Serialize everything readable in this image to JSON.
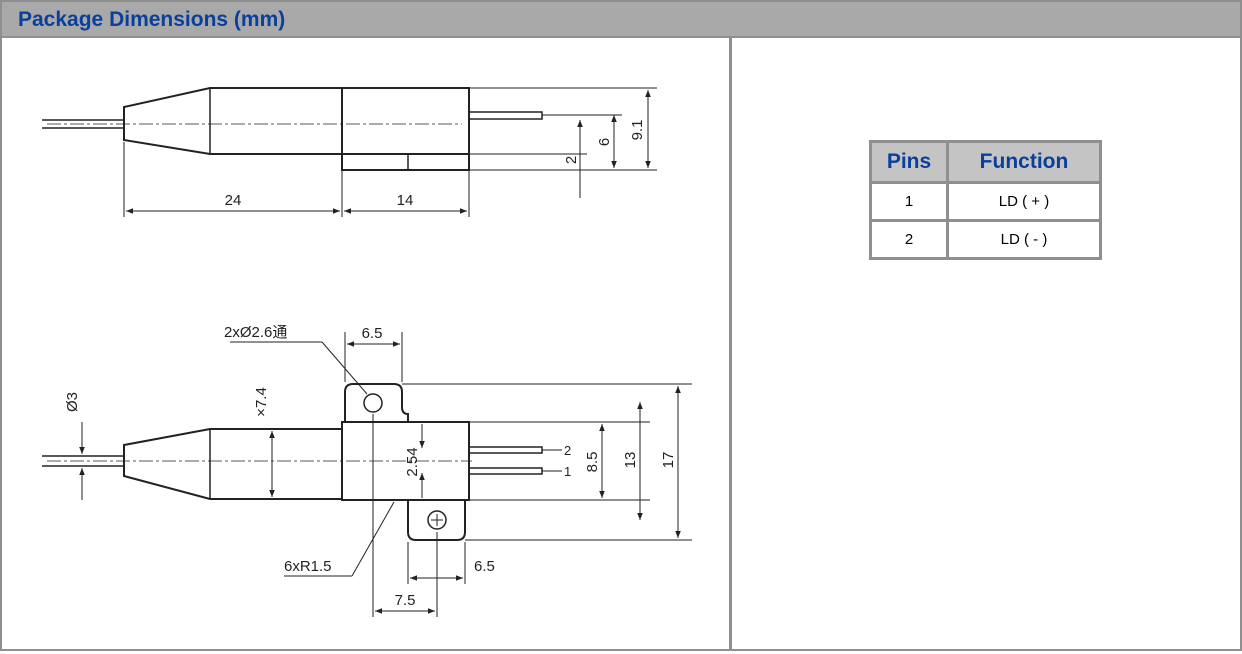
{
  "header": {
    "title": "Package Dimensions (mm)"
  },
  "drawing": {
    "top_view": {
      "dim_body_taper": "24",
      "dim_mount": "14",
      "dim_2": "2",
      "dim_6": "6",
      "dim_9_1": "9.1"
    },
    "side_view": {
      "hole_callout": "2xØ2.6通",
      "dim_6_5_top": "6.5",
      "dim_fiber_dia": "Ø3",
      "dim_body_dia": "×7.4",
      "dim_pin_pitch": "2.54",
      "pin_2": "2",
      "pin_1": "1",
      "dim_8_5": "8.5",
      "dim_13": "13",
      "dim_17": "17",
      "radius_callout": "6xR1.5",
      "dim_6_5_bottom": "6.5",
      "dim_7_5": "7.5"
    }
  },
  "pins_table": {
    "headers": {
      "pins": "Pins",
      "function": "Function"
    },
    "rows": [
      {
        "pin": "1",
        "function": "LD ( + )"
      },
      {
        "pin": "2",
        "function": "LD ( - )"
      }
    ]
  },
  "colors": {
    "accent": "#0a3f9c",
    "header_bg": "#a9a9a9",
    "border": "#8f8f8f"
  }
}
